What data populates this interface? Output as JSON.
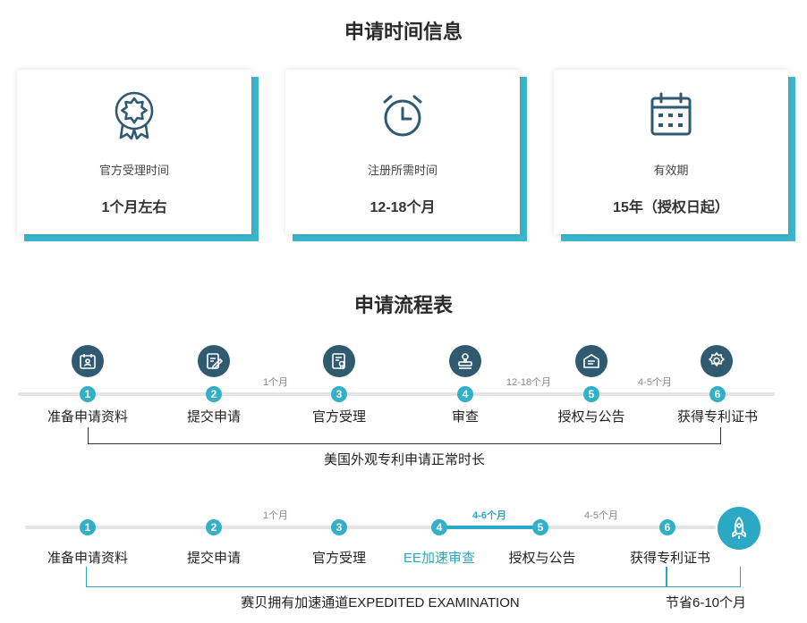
{
  "section1": {
    "title": "申请时间信息"
  },
  "cards": [
    {
      "icon": "award-ribbon-icon",
      "label": "官方受理时间",
      "value": "1个月左右"
    },
    {
      "icon": "alarm-clock-icon",
      "label": "注册所需时间",
      "value": "12-18个月"
    },
    {
      "icon": "calendar-icon",
      "label": "有效期",
      "value": "15年（授权日起）"
    }
  ],
  "section2": {
    "title": "申请流程表"
  },
  "flow1": {
    "steps": [
      {
        "num": "1",
        "label": "准备申请资料",
        "icon": "id-card-calendar-icon"
      },
      {
        "num": "2",
        "label": "提交申请",
        "icon": "edit-document-icon"
      },
      {
        "num": "3",
        "label": "官方受理",
        "icon": "certificate-document-icon"
      },
      {
        "num": "4",
        "label": "审查",
        "icon": "stamp-icon"
      },
      {
        "num": "5",
        "label": "授权与公告",
        "icon": "mail-notice-icon"
      },
      {
        "num": "6",
        "label": "获得专利证书",
        "icon": "badge-seal-icon"
      }
    ],
    "durations": [
      "1个月",
      "12-18个月",
      "4-5个月"
    ],
    "bracket_label": "美国外观专利申请正常时长"
  },
  "flow2": {
    "steps": [
      {
        "num": "1",
        "label": "准备申请资料"
      },
      {
        "num": "2",
        "label": "提交申请"
      },
      {
        "num": "3",
        "label": "官方受理"
      },
      {
        "num": "4",
        "label": "EE加速审查"
      },
      {
        "num": "5",
        "label": "授权与公告"
      },
      {
        "num": "6",
        "label": "获得专利证书"
      }
    ],
    "durations": [
      "1个月",
      "4-6个月",
      "4-5个月"
    ],
    "end_icon": "rocket-icon",
    "bracket_label": "赛贝拥有加速通道EXPEDITED EXAMINATION",
    "saving_label": "节省6-10个月"
  },
  "colors": {
    "accent": "#3cb4cc",
    "icon_dark": "#2f5a70",
    "highlight": "#2aa8c4"
  }
}
